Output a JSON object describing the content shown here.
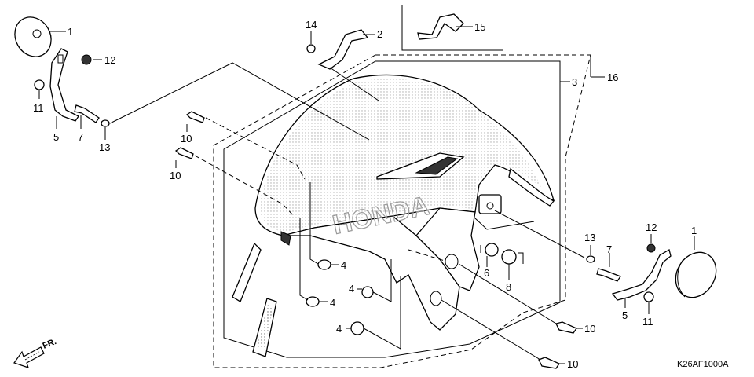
{
  "diagram": {
    "callouts": {
      "c1_left": "1",
      "c1_right": "1",
      "c2": "2",
      "c3": "3",
      "c4_a": "4",
      "c4_b": "4",
      "c4_c": "4",
      "c4_d": "4",
      "c5_left": "5",
      "c5_right": "5",
      "c6": "6",
      "c7_left": "7",
      "c7_right": "7",
      "c8": "8",
      "c10_a": "10",
      "c10_b": "10",
      "c10_c": "10",
      "c10_d": "10",
      "c11_left": "11",
      "c11_right": "11",
      "c12_left": "12",
      "c12_right": "12",
      "c13_left": "13",
      "c13_right": "13",
      "c14": "14",
      "c15": "15",
      "c16": "16"
    },
    "logo_text": "HONDA",
    "direction_label": "FR.",
    "diagram_code": "K26AF1000A"
  }
}
